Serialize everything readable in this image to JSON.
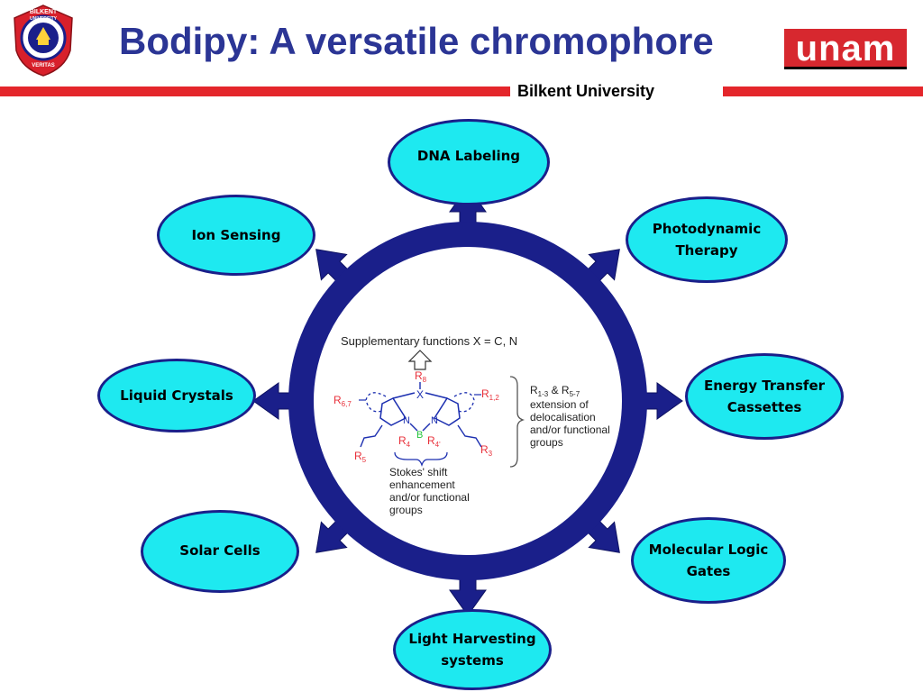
{
  "header": {
    "title": "Bodipy: A versatile chromophore",
    "organization": "Bilkent University",
    "partner_logo_text": "unam",
    "crest_text": [
      "BILKENT",
      "UNIVERSITY",
      "VERITAS"
    ]
  },
  "hub": {
    "supplementary_label": "Supplementary functions X = C, N",
    "right_note": "extension of\ndelocalisation\nand/or functional\ngroups",
    "bottom_note": "Stokes' shift\nenhancement\nand/or functional\ngroups"
  },
  "applications": [
    {
      "label": "DNA Labeling"
    },
    {
      "label": "Photodynamic\nTherapy"
    },
    {
      "label": "Energy Transfer\nCassettes"
    },
    {
      "label": "Molecular Logic\nGates"
    },
    {
      "label": "Light Harvesting\nsystems"
    },
    {
      "label": "Solar Cells"
    },
    {
      "label": "Liquid Crystals"
    },
    {
      "label": "Ion Sensing"
    }
  ],
  "colors": {
    "title": "#2b3595",
    "accent_red": "#e4262b",
    "ring": "#1a1f8a",
    "node_fill": "#1ee9f0",
    "substituent_red": "#e8303a",
    "structure_blue": "#1c2fb0",
    "boron_green": "#22c33a"
  }
}
